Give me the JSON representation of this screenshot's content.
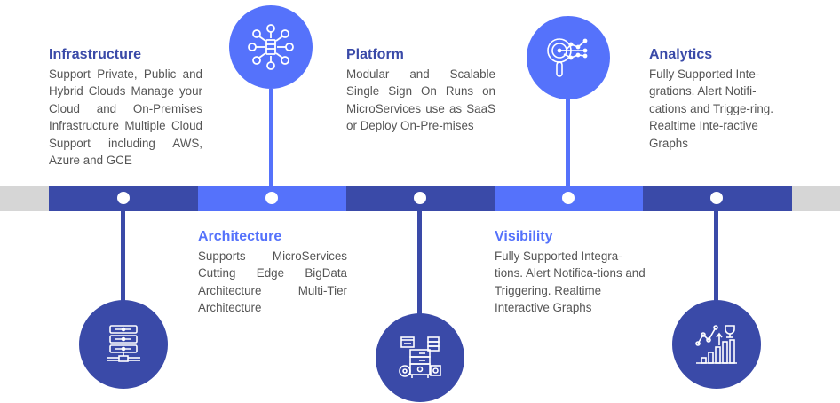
{
  "colors": {
    "dark": "#3a4aa8",
    "light": "#5572fb",
    "track_end": "#d6d6d6",
    "text": "#555555"
  },
  "timeline": [
    {
      "title": "Infrastructure",
      "description": "Support Private, Public and Hybrid Clouds Manage your Cloud and On-Premises Infrastructure Multiple Cloud Support including AWS, Azure and GCE",
      "icon": "server-rack-icon",
      "text_position": "top",
      "icon_position": "bottom",
      "tone": "dark"
    },
    {
      "title": "Architecture",
      "description": "Supports MicroServices Cutting Edge BigData Architecture Multi-Tier Architecture",
      "icon": "network-hub-icon",
      "text_position": "bottom",
      "icon_position": "top",
      "tone": "light"
    },
    {
      "title": "Platform",
      "description": "Modular and Scalable Single Sign On Runs on MicroServices use as SaaS or Deploy On-Pre-mises",
      "icon": "server-gears-icon",
      "text_position": "top",
      "icon_position": "bottom",
      "tone": "dark"
    },
    {
      "title": "Visibility",
      "description": "Fully Supported Integra-tions. Alert Notifica-tions and Triggering. Realtime Interactive Graphs",
      "icon": "magnifier-data-icon",
      "text_position": "bottom",
      "icon_position": "top",
      "tone": "light"
    },
    {
      "title": "Analytics",
      "description": "Fully Supported Inte-grations. Alert Notifi-cations and Trigge-ring. Realtime Inte-ractive Graphs",
      "icon": "growth-chart-trophy-icon",
      "text_position": "top",
      "icon_position": "bottom",
      "tone": "dark"
    }
  ]
}
